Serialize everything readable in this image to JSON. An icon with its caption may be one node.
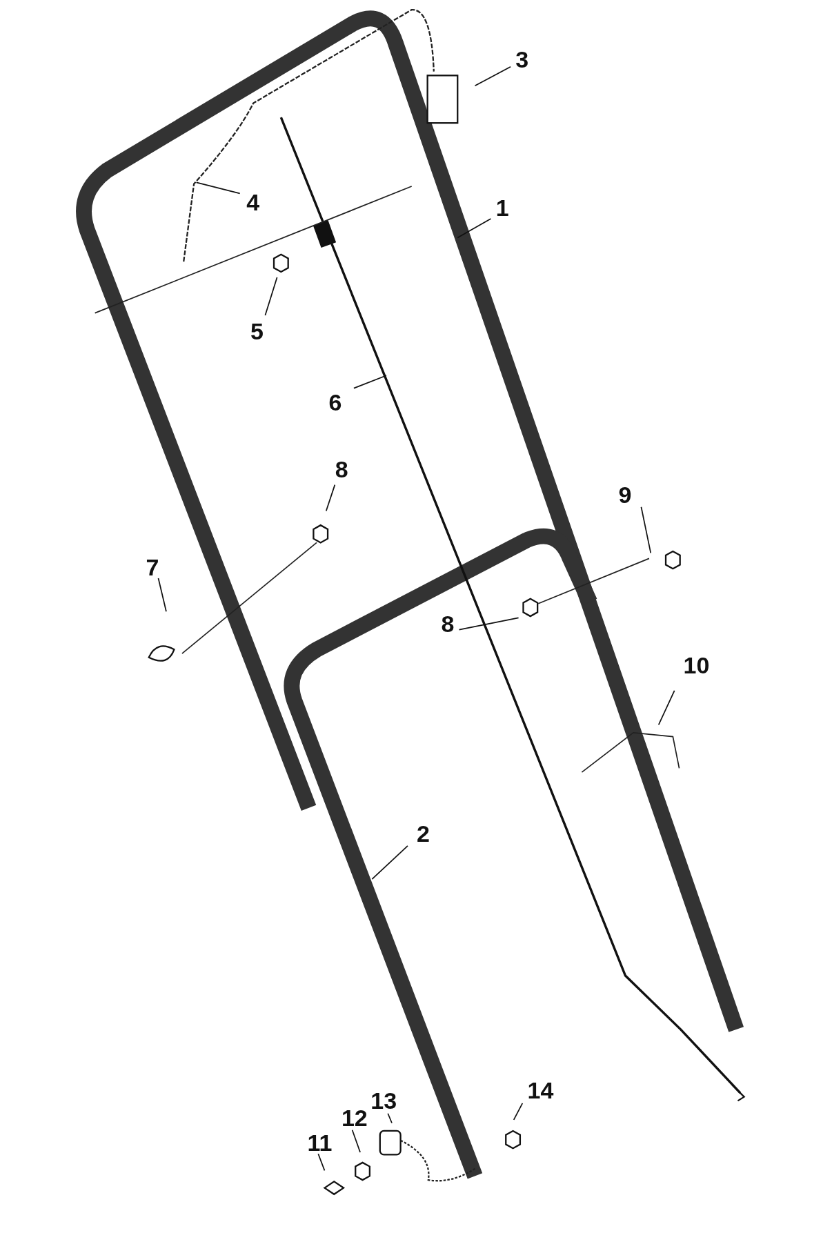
{
  "diagram": {
    "nodes": [
      {
        "text": [
          "3"
        ]
      },
      {
        "text": [
          "4"
        ]
      },
      {
        "text": [
          "1"
        ]
      },
      {
        "text": [
          "5"
        ]
      },
      {
        "text": [
          "6"
        ]
      },
      {
        "text": [
          "8"
        ]
      },
      {
        "text": [
          "9"
        ]
      },
      {
        "text": [
          "7"
        ]
      },
      {
        "text": [
          "8"
        ]
      },
      {
        "text": [
          "10"
        ]
      },
      {
        "text": [
          "2"
        ]
      },
      {
        "text": [
          "11"
        ]
      },
      {
        "text": [
          "12"
        ]
      },
      {
        "text": [
          "13"
        ]
      },
      {
        "text": [
          "14"
        ]
      }
    ],
    "edges": [
      {
        "from": 0,
        "to": null,
        "arrow": "none"
      },
      {
        "from": 1,
        "to": null,
        "arrow": "none"
      },
      {
        "from": 2,
        "to": null,
        "arrow": "none"
      },
      {
        "from": 3,
        "to": null,
        "arrow": "none"
      },
      {
        "from": 4,
        "to": null,
        "arrow": "none"
      },
      {
        "from": 5,
        "to": null,
        "arrow": "none"
      },
      {
        "from": 6,
        "to": null,
        "arrow": "none"
      },
      {
        "from": 7,
        "to": null,
        "arrow": "none"
      },
      {
        "from": 8,
        "to": null,
        "arrow": "none"
      },
      {
        "from": 9,
        "to": null,
        "arrow": "none"
      },
      {
        "from": 10,
        "to": null,
        "arrow": "none"
      },
      {
        "from": 11,
        "to": null,
        "arrow": "none"
      },
      {
        "from": 12,
        "to": null,
        "arrow": "none"
      },
      {
        "from": 13,
        "to": null,
        "arrow": "none"
      },
      {
        "from": 14,
        "to": null,
        "arrow": "none"
      }
    ]
  }
}
